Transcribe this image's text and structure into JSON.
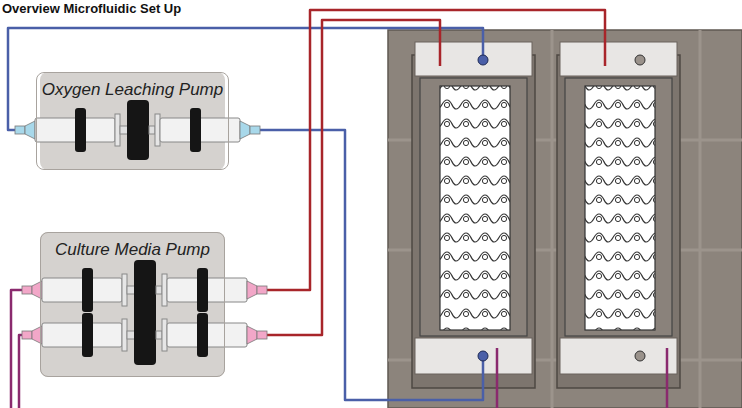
{
  "diagram": {
    "title": "Overview Microfluidic Set Up",
    "nodes": [
      {
        "text": [
          "Oxygen Leaching Pump"
        ]
      },
      {
        "text": [
          "Culture Media Pump"
        ]
      }
    ]
  }
}
